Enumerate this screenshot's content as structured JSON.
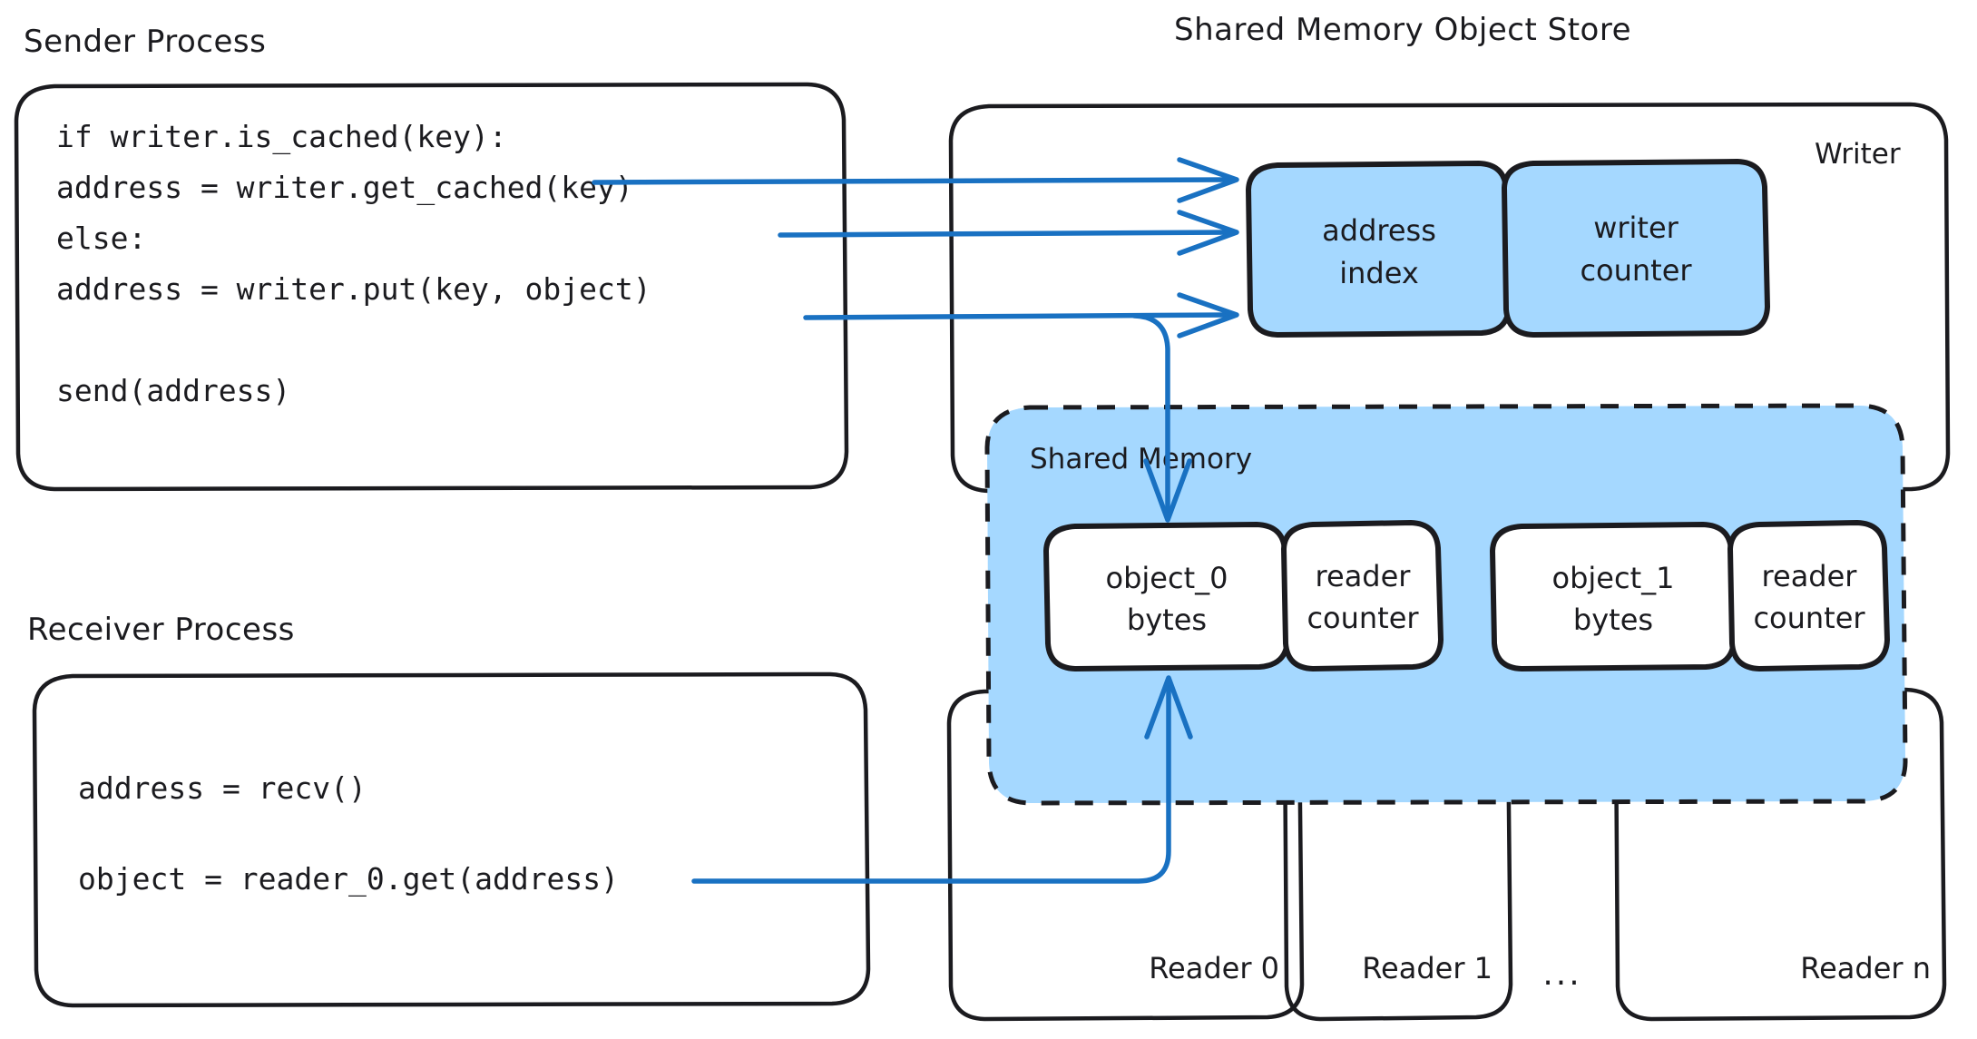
{
  "diagram": {
    "title_sender": "Sender Process",
    "title_receiver": "Receiver Process",
    "title_store": "Shared Memory Object Store",
    "label_writer": "Writer",
    "label_shared_memory": "Shared Memory",
    "ellipsis": "..."
  },
  "sender_code": {
    "line1": "if writer.is_cached(key):",
    "line2": "    address = writer.get_cached(key)",
    "line3": "else:",
    "line4": "    address = writer.put(key, object)",
    "line5": "send(address)"
  },
  "receiver_code": {
    "line1": "address = recv()",
    "line2": "object = reader_0.get(address)"
  },
  "writer_cells": [
    {
      "line1": "address",
      "line2": "index"
    },
    {
      "line1": "writer",
      "line2": "counter"
    }
  ],
  "shared_memory_slots": [
    {
      "object": {
        "line1": "object_0",
        "line2": "bytes"
      },
      "counter": {
        "line1": "reader",
        "line2": "counter"
      }
    },
    {
      "object": {
        "line1": "object_1",
        "line2": "bytes"
      },
      "counter": {
        "line1": "reader",
        "line2": "counter"
      }
    }
  ],
  "readers": [
    {
      "label": "Reader 0"
    },
    {
      "label": "Reader 1"
    },
    {
      "label": "Reader n"
    }
  ],
  "colors": {
    "ink": "#1b1b1f",
    "arrow_blue": "#1971c2",
    "fill_blue": "#a5d8ff",
    "background": "#ffffff"
  }
}
